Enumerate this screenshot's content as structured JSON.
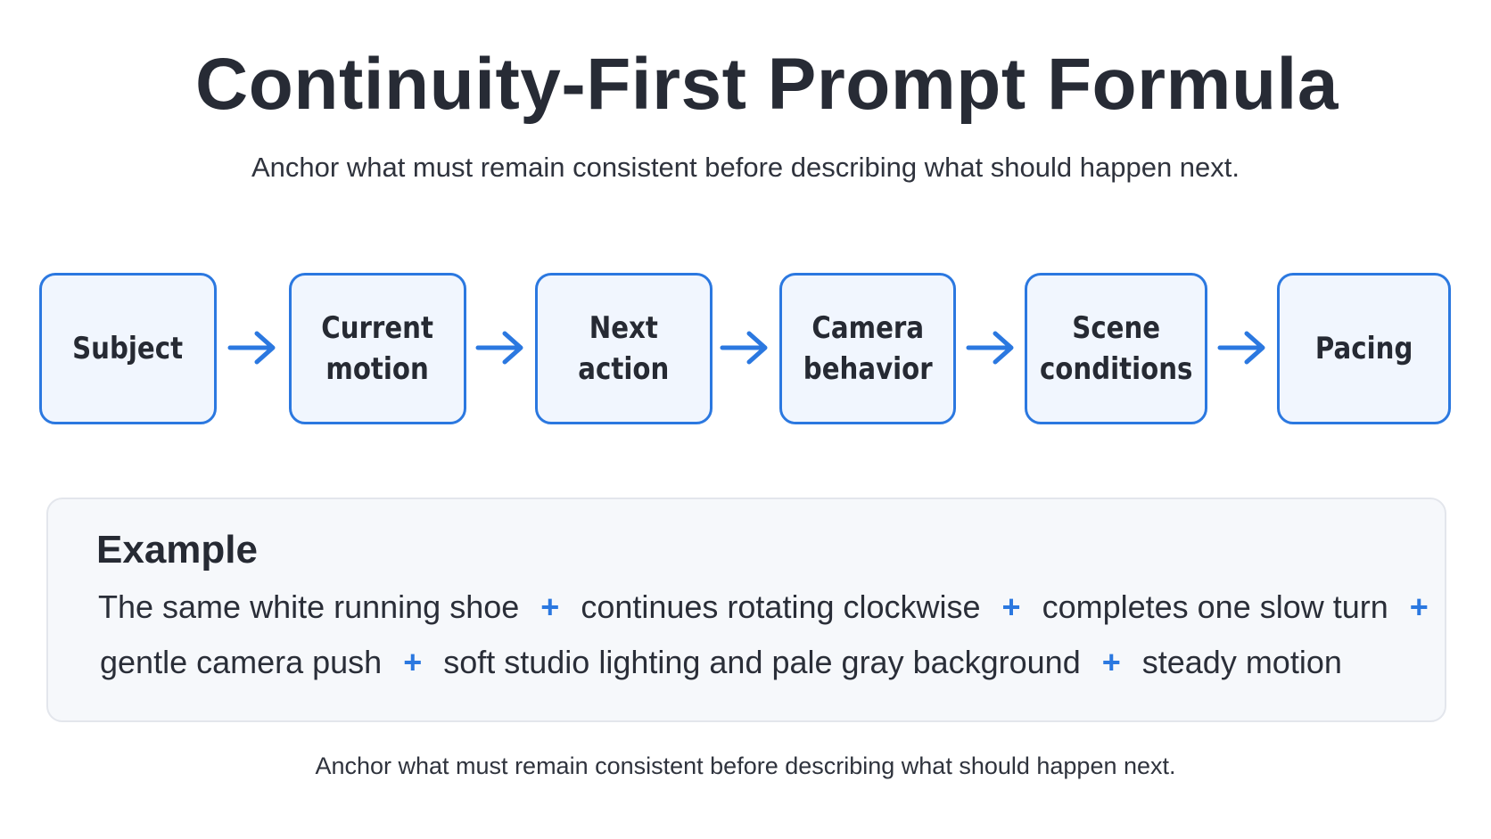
{
  "title": "Continuity-First Prompt Formula",
  "subtitle": "Anchor what must remain consistent before describing what should happen next.",
  "steps": [
    {
      "label": "Subject"
    },
    {
      "label": "Current\nmotion"
    },
    {
      "label": "Next\naction"
    },
    {
      "label": "Camera\nbehavior"
    },
    {
      "label": "Scene\nconditions"
    },
    {
      "label": "Pacing"
    }
  ],
  "example": {
    "heading": "Example",
    "separator": "+",
    "line1": [
      "The same white running shoe",
      "continues rotating clockwise",
      "completes one slow turn"
    ],
    "line2": [
      "gentle camera push",
      "soft studio lighting and pale gray background",
      "steady motion"
    ]
  },
  "footer": "Anchor what must remain consistent before describing what should happen next.",
  "colors": {
    "accent": "#2b78e0",
    "box_fill": "#f1f6fe",
    "text": "#262a33",
    "card_fill": "#f6f8fb"
  }
}
